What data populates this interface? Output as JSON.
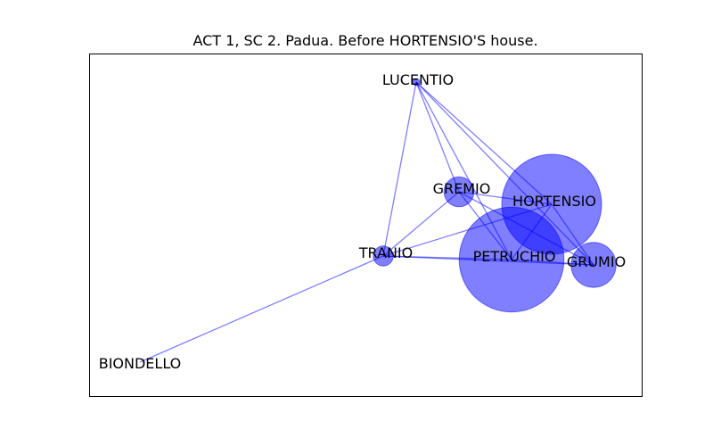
{
  "title": "ACT 1, SC 2. Padua. Before HORTENSIO'S house.",
  "colors": {
    "node": "#0000ff",
    "edge": "#0000ff",
    "frame": "#000000"
  },
  "nodes": [
    {
      "id": "LUCENTIO",
      "label": "LUCENTIO",
      "weight": 0.05
    },
    {
      "id": "GREMIO",
      "label": "GREMIO",
      "weight": 0.3
    },
    {
      "id": "HORTENSIO",
      "label": "HORTENSIO",
      "weight": 1.0
    },
    {
      "id": "TRANIO",
      "label": "TRANIO",
      "weight": 0.2
    },
    {
      "id": "PETRUCHIO",
      "label": "PETRUCHIO",
      "weight": 1.05
    },
    {
      "id": "GRUMIO",
      "label": "GRUMIO",
      "weight": 0.45
    },
    {
      "id": "BIONDELLO",
      "label": "BIONDELLO",
      "weight": 0.0
    }
  ],
  "edges": [
    [
      "LUCENTIO",
      "GREMIO"
    ],
    [
      "LUCENTIO",
      "TRANIO"
    ],
    [
      "LUCENTIO",
      "PETRUCHIO"
    ],
    [
      "LUCENTIO",
      "HORTENSIO"
    ],
    [
      "LUCENTIO",
      "GRUMIO"
    ],
    [
      "GREMIO",
      "TRANIO"
    ],
    [
      "GREMIO",
      "HORTENSIO"
    ],
    [
      "GREMIO",
      "PETRUCHIO"
    ],
    [
      "GREMIO",
      "GRUMIO"
    ],
    [
      "HORTENSIO",
      "TRANIO"
    ],
    [
      "HORTENSIO",
      "PETRUCHIO"
    ],
    [
      "HORTENSIO",
      "GRUMIO"
    ],
    [
      "TRANIO",
      "PETRUCHIO"
    ],
    [
      "TRANIO",
      "GRUMIO"
    ],
    [
      "TRANIO",
      "BIONDELLO"
    ],
    [
      "PETRUCHIO",
      "GRUMIO"
    ]
  ]
}
